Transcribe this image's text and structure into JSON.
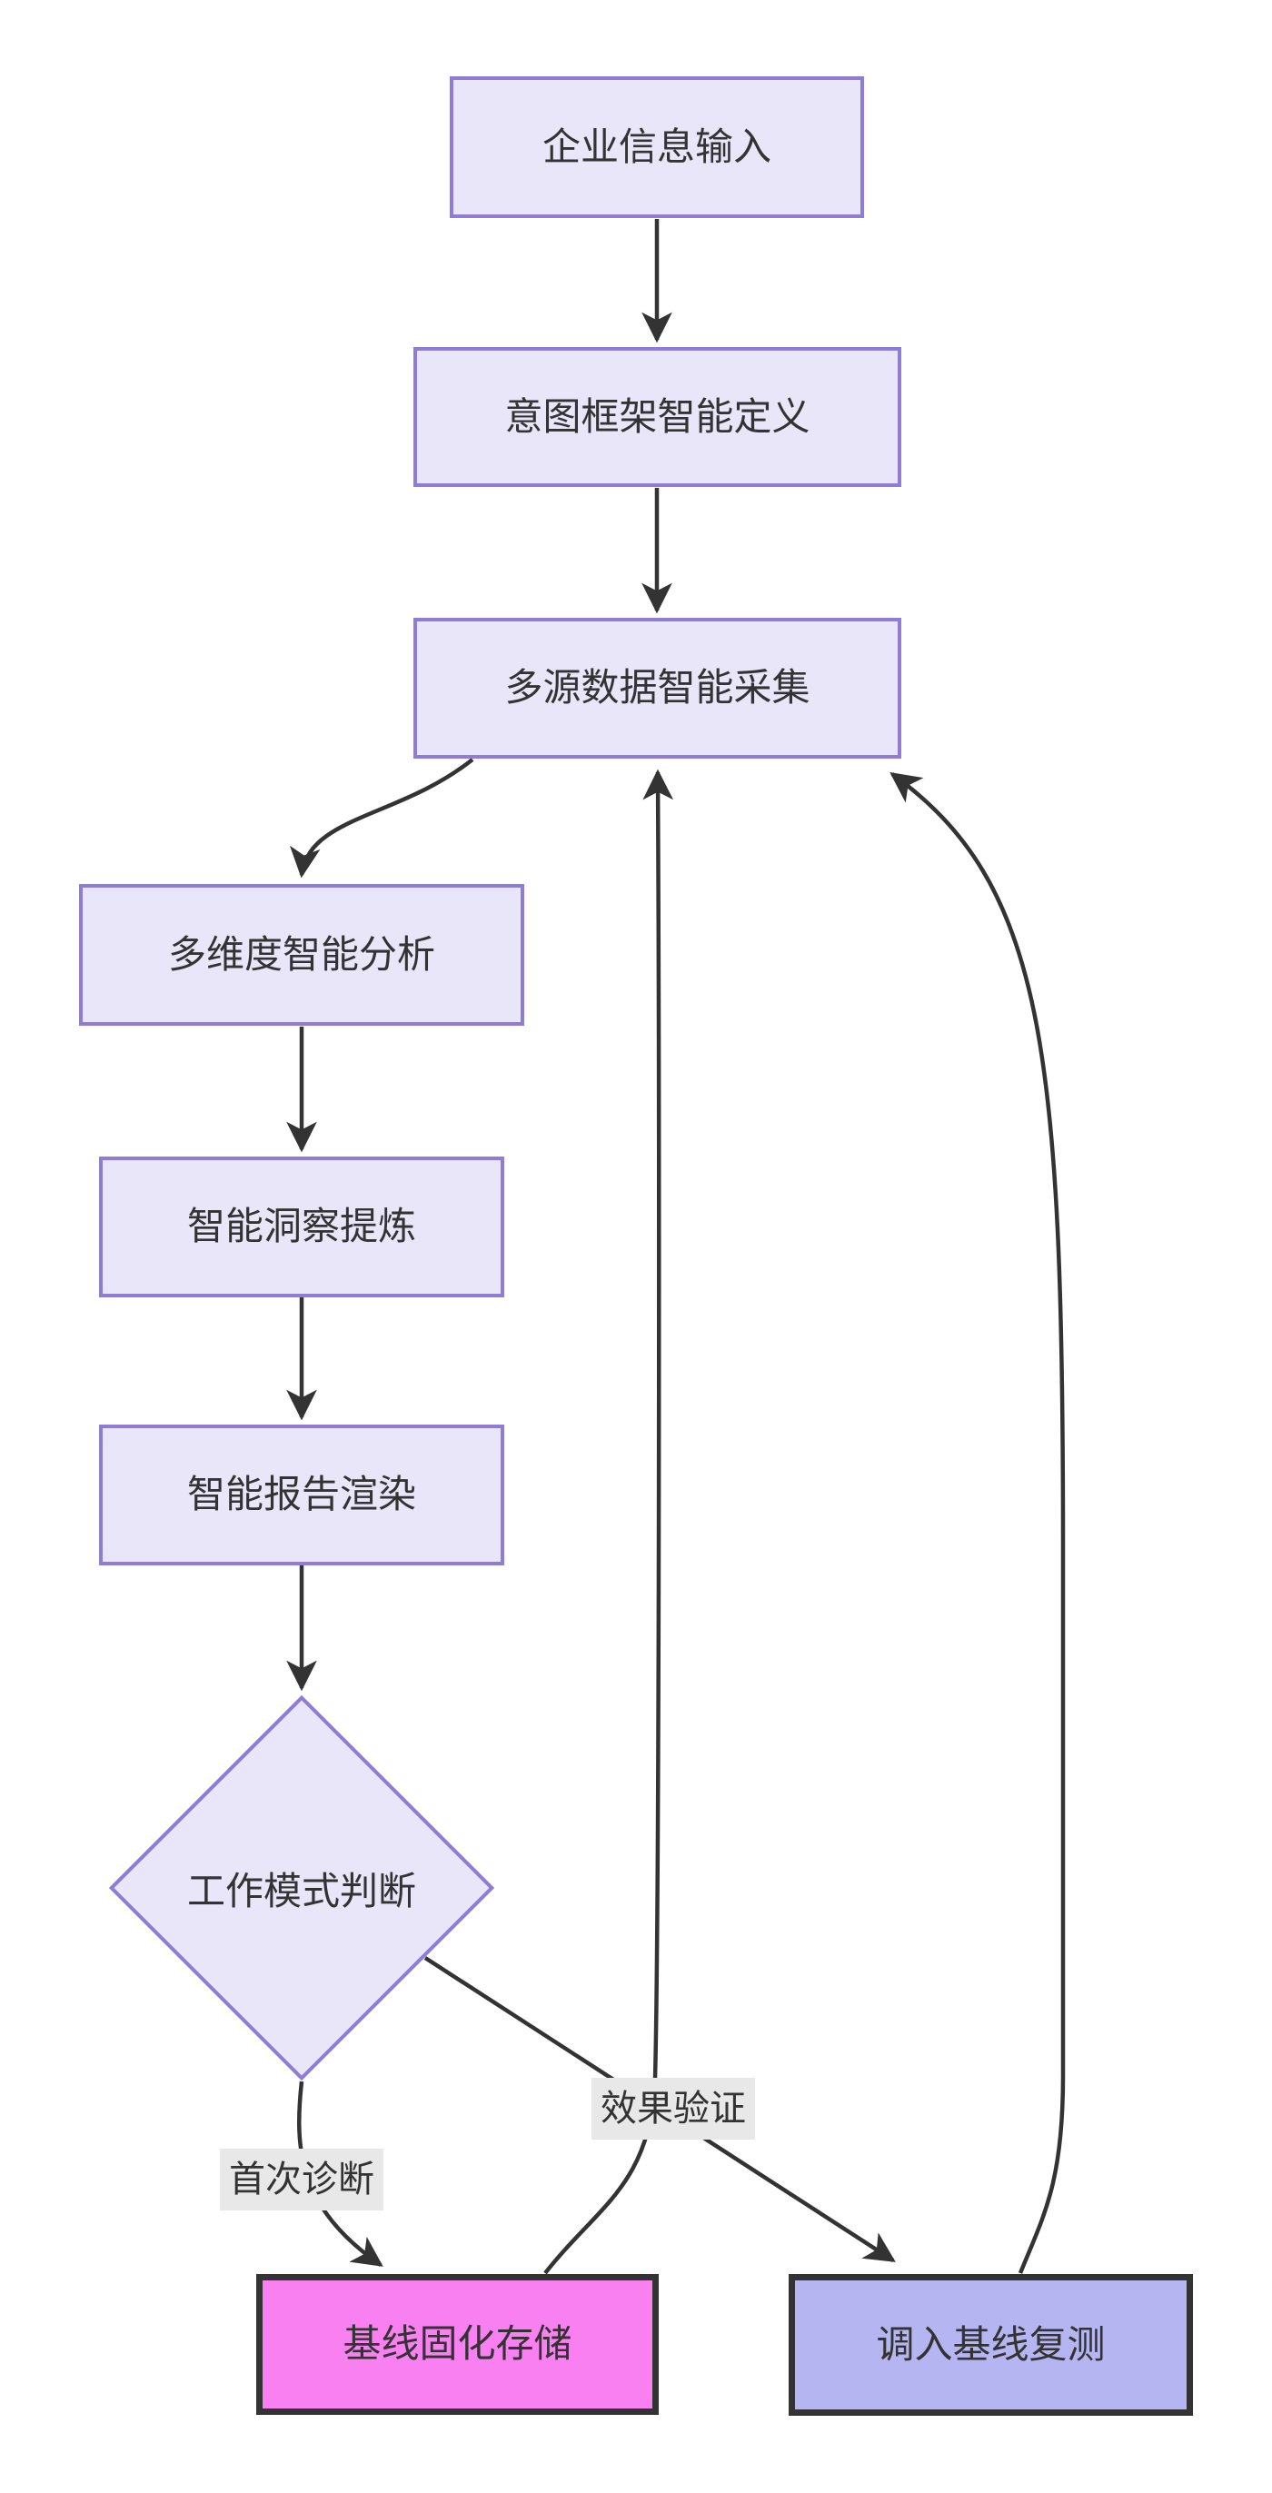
{
  "diagram": {
    "kind": "flowchart-top-down",
    "background": "#ffffff",
    "nodes": {
      "enterprise_input": {
        "label": "企业信息输入",
        "shape": "rect",
        "variant": "default"
      },
      "intent_framework": {
        "label": "意图框架智能定义",
        "shape": "rect",
        "variant": "default"
      },
      "data_collection": {
        "label": "多源数据智能采集",
        "shape": "rect",
        "variant": "default"
      },
      "multidim_analysis": {
        "label": "多维度智能分析",
        "shape": "rect",
        "variant": "default"
      },
      "insight_refine": {
        "label": "智能洞察提炼",
        "shape": "rect",
        "variant": "default"
      },
      "report_render": {
        "label": "智能报告渲染",
        "shape": "rect",
        "variant": "default"
      },
      "work_mode_decision": {
        "label": "工作模式判断",
        "shape": "diamond",
        "variant": "default"
      },
      "baseline_store": {
        "label": "基线固化存储",
        "shape": "rect",
        "variant": "pink"
      },
      "baseline_retest": {
        "label": "调入基线复测",
        "shape": "rect",
        "variant": "blue"
      }
    },
    "edges": [
      {
        "from": "enterprise_input",
        "to": "intent_framework",
        "label": ""
      },
      {
        "from": "intent_framework",
        "to": "data_collection",
        "label": ""
      },
      {
        "from": "data_collection",
        "to": "multidim_analysis",
        "label": ""
      },
      {
        "from": "multidim_analysis",
        "to": "insight_refine",
        "label": ""
      },
      {
        "from": "insight_refine",
        "to": "report_render",
        "label": ""
      },
      {
        "from": "report_render",
        "to": "work_mode_decision",
        "label": ""
      },
      {
        "from": "work_mode_decision",
        "to": "baseline_store",
        "label": "首次诊断"
      },
      {
        "from": "work_mode_decision",
        "to": "baseline_retest",
        "label": "效果验证"
      },
      {
        "from": "baseline_store",
        "to": "data_collection",
        "label": ""
      },
      {
        "from": "baseline_retest",
        "to": "data_collection",
        "label": ""
      }
    ],
    "colors": {
      "node_fill": "#e9e6f9",
      "node_border": "#8f7bd8",
      "store_fill": "#f980f0",
      "retest_fill": "#b5b5f2",
      "emphasis_border": "#333333",
      "edge_line": "#333333",
      "edge_label_bg": "#e8e8e8",
      "text": "#333333",
      "background": "#ffffff"
    }
  }
}
